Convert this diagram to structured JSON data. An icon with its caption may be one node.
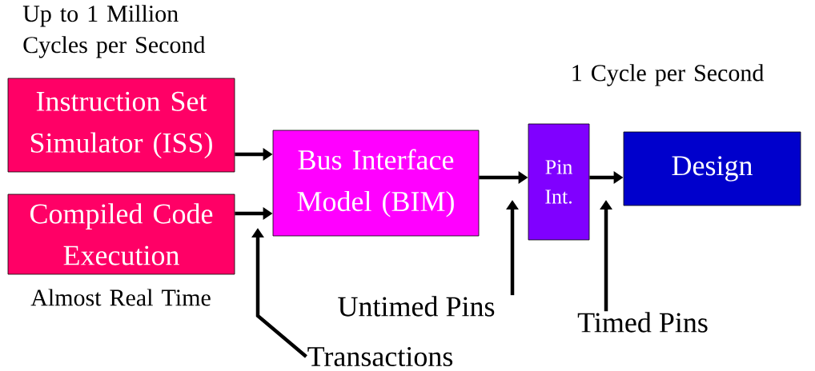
{
  "diagram": {
    "nodes": [
      {
        "text": [
          "Instruction Set Simulator (ISS)"
        ],
        "beside": [
          "Up to 1 Million Cycles per Second"
        ]
      },
      {
        "text": [
          "Compiled Code Execution"
        ],
        "beside": [
          "Almost Real Time"
        ]
      },
      {
        "text": [
          "Bus Interface Model (BIM)"
        ]
      },
      {
        "text": [
          "Pin Int."
        ]
      },
      {
        "text": [
          "Design"
        ],
        "beside": [
          "1 Cycle per Second"
        ]
      },
      {
        "text": [
          "Untimed Pins"
        ]
      },
      {
        "text": [
          "Timed Pins"
        ]
      },
      {
        "text": [
          "Transactions"
        ]
      }
    ],
    "edges": [
      {
        "from": 0,
        "to": 2,
        "arrow": "to"
      },
      {
        "from": 1,
        "to": 2,
        "arrow": "to"
      },
      {
        "from": 2,
        "to": 3,
        "arrow": "to"
      },
      {
        "from": 3,
        "to": 4,
        "arrow": "to"
      },
      {
        "from": 5,
        "to": null,
        "arrow": "to"
      },
      {
        "from": 6,
        "to": null,
        "arrow": "to"
      },
      {
        "from": 7,
        "to": null,
        "arrow": "to"
      }
    ]
  }
}
